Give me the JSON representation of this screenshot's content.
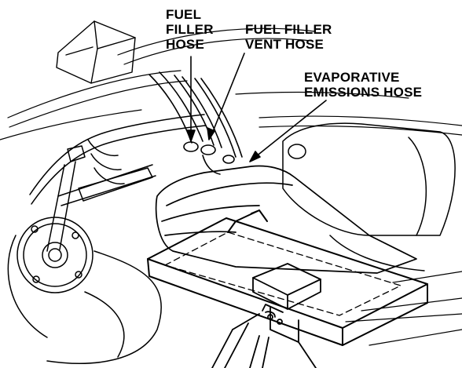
{
  "labels": {
    "fuel_filler_hose": [
      "FUEL",
      "FILLER",
      "HOSE"
    ],
    "fuel_filler_vent_hose": [
      "FUEL FILLER",
      "VENT HOSE"
    ],
    "evaporative_emissions_hose": [
      "EVAPORATIVE",
      "EMISSIONS  HOSE"
    ]
  },
  "colors": {
    "line": "#000000",
    "background": "#ffffff"
  }
}
